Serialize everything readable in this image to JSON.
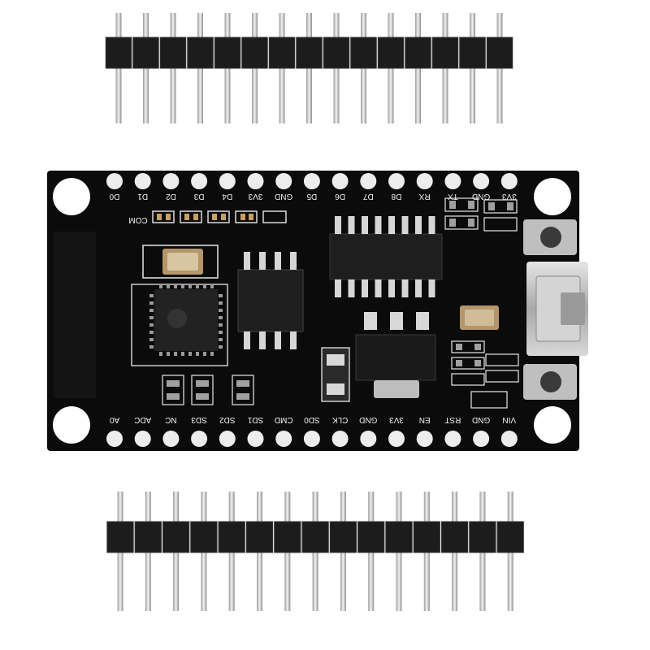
{
  "colors": {
    "background": "#ffffff",
    "pcb": "#0b0b0b",
    "silkscreen": "#f2f2f2",
    "header_plastic": "#1c1c1c",
    "pin_metal": "#cfcfcf",
    "chip": "#1e1e1e"
  },
  "board": {
    "top_pins": [
      "D0",
      "D1",
      "D2",
      "D3",
      "D4",
      "3V3",
      "GND",
      "D5",
      "D6",
      "D7",
      "D8",
      "RX",
      "TX",
      "GND",
      "3V3"
    ],
    "bottom_pins": [
      "A0",
      "ADC",
      "NC",
      "SD3",
      "SD2",
      "SD1",
      "CMD",
      "SD0",
      "CLK",
      "GND",
      "3V3",
      "EN",
      "RST",
      "GND",
      "VIN"
    ],
    "com_label": "COM"
  },
  "header_strips": {
    "top_pin_count": 15,
    "bottom_pin_count": 15
  },
  "icons": {
    "usb": "micro-usb-port-icon",
    "buttons": "tactile-button-icon"
  }
}
